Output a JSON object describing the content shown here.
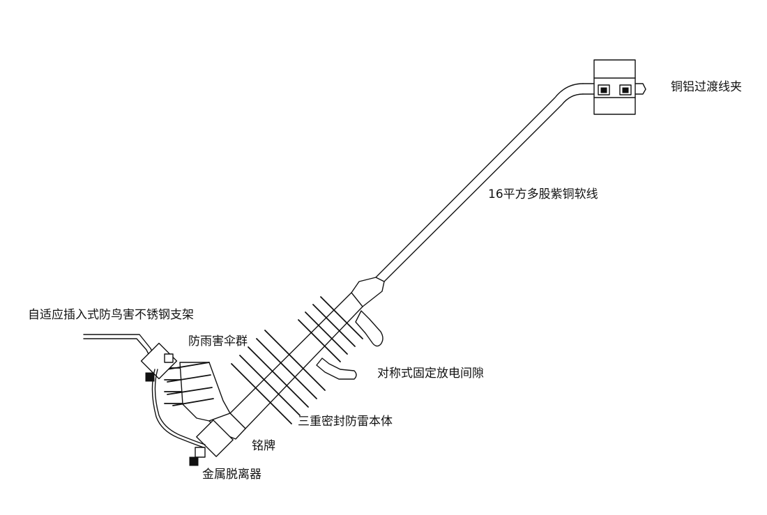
{
  "diagram": {
    "labels": {
      "clamp": "铜铝过渡线夹",
      "wire": "16平方多股紫铜软线",
      "bracket": "自适应插入式防鸟害不锈钢支架",
      "sheds": "防雨害伞群",
      "gap": "对称式固定放电间隙",
      "body": "三重密封防雷本体",
      "nameplate": "铭牌",
      "disconnector": "金属脱离器"
    },
    "colors": {
      "line": "#111111",
      "background": "#ffffff"
    }
  }
}
